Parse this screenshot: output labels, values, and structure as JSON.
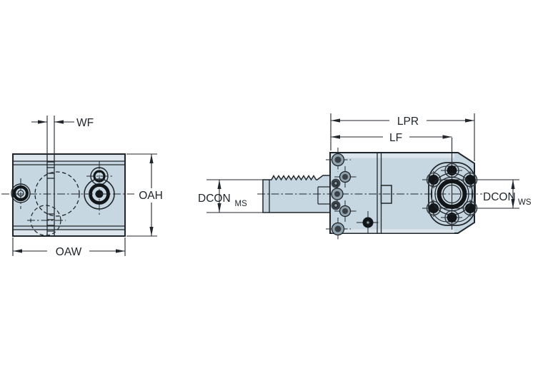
{
  "labels": {
    "wf": "WF",
    "oah": "OAH",
    "oaw": "OAW",
    "lpr": "LPR",
    "lf": "LF",
    "dcon_ms": {
      "main": "DCON",
      "sub": "MS"
    },
    "dcon_ws": {
      "main": "DCON",
      "sub": "WS"
    }
  },
  "colors": {
    "background": "#ffffff",
    "body_fill": "#c7d7e1",
    "body_fill_light": "#dce6ec",
    "line": "#20262b",
    "screw_mid": "#8fa2ad",
    "screw_dark": "#3a4248",
    "bolt_black": "#131619"
  }
}
